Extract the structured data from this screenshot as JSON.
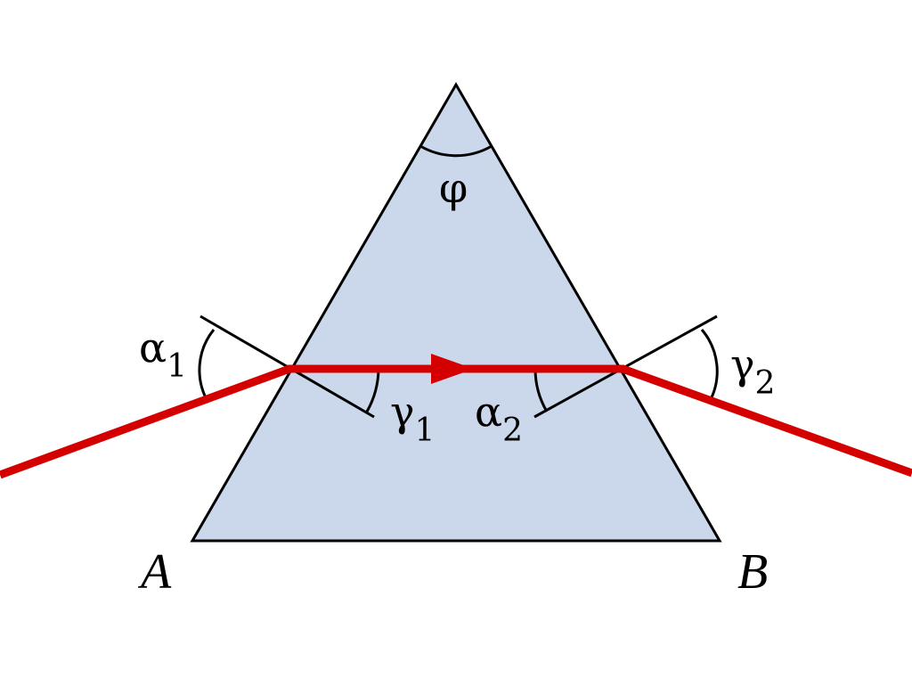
{
  "colors": {
    "prism_fill": "#cbd8ec",
    "ray": "#d40000",
    "outline": "#000000",
    "background": "#ffffff"
  },
  "labels": {
    "apex_angle": "φ",
    "alpha1": {
      "base": "α",
      "sub": "1"
    },
    "gamma1": {
      "base": "γ",
      "sub": "1"
    },
    "alpha2": {
      "base": "α",
      "sub": "2"
    },
    "gamma2": {
      "base": "γ",
      "sub": "2"
    },
    "vertex_left": "A",
    "vertex_right": "B"
  }
}
